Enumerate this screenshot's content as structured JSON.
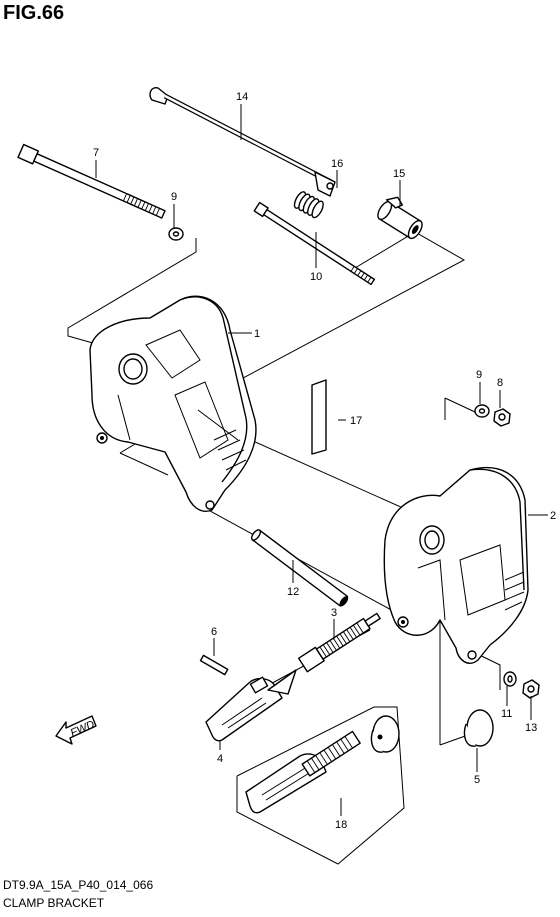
{
  "figure": {
    "title": "FIG.66"
  },
  "footer": {
    "code": "DT9.9A_15A_P40_014_066",
    "name": "CLAMP BRACKET"
  },
  "parts": [
    {
      "ref": "1"
    },
    {
      "ref": "2"
    },
    {
      "ref": "3"
    },
    {
      "ref": "4"
    },
    {
      "ref": "5"
    },
    {
      "ref": "6"
    },
    {
      "ref": "7"
    },
    {
      "ref": "8"
    },
    {
      "ref": "9"
    },
    {
      "ref": "9"
    },
    {
      "ref": "10"
    },
    {
      "ref": "11"
    },
    {
      "ref": "12"
    },
    {
      "ref": "13"
    },
    {
      "ref": "14"
    },
    {
      "ref": "15"
    },
    {
      "ref": "16"
    },
    {
      "ref": "17"
    },
    {
      "ref": "18"
    }
  ],
  "fwd_marker": {
    "label": "FWD"
  }
}
